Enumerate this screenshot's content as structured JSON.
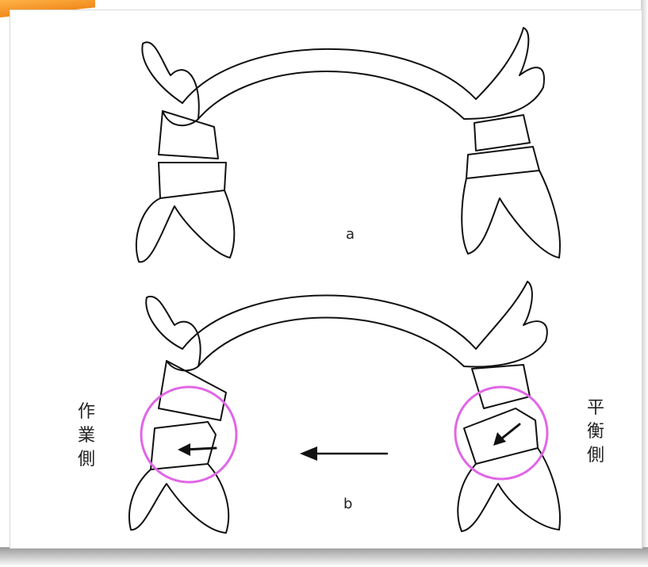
{
  "diagram": {
    "label_a": "a",
    "label_b": "b",
    "working_side": [
      "作",
      "業",
      "側"
    ],
    "balancing_side": [
      "平",
      "衡",
      "側"
    ],
    "highlight_color": "#e066e6",
    "line_color": "#111111"
  }
}
